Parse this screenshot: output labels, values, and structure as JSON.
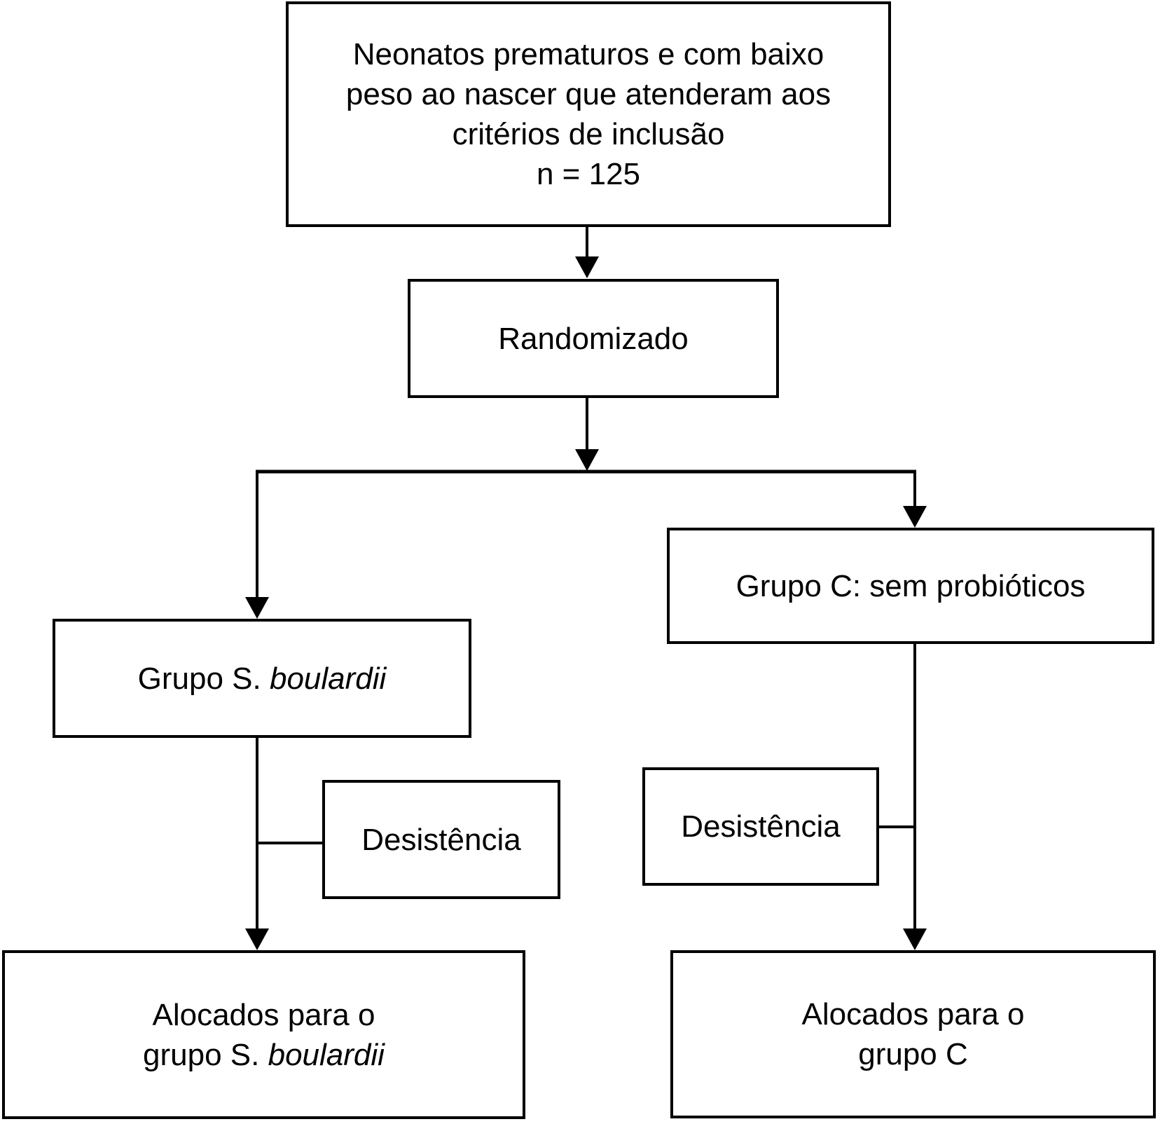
{
  "canvas": {
    "background_color": "#ffffff",
    "line_color": "#000000",
    "text_color": "#000000"
  },
  "boxes": {
    "eligible": {
      "lines": [
        "Neonatos prematuros e com baixo",
        "peso ao nascer que atenderam aos",
        "critérios de inclusão",
        "n = 125"
      ]
    },
    "randomized": {
      "label": "Randomizado"
    },
    "group_s": {
      "prefix": "Grupo S.",
      "species": "boulardii"
    },
    "group_c": {
      "label": "Grupo C: sem probióticos"
    },
    "dropout_left": {
      "label": "Desistência"
    },
    "dropout_right": {
      "label": "Desistência"
    },
    "allocated_s": {
      "line1": "Alocados para o",
      "line2_prefix": "grupo S.",
      "line2_species": "boulardii"
    },
    "allocated_c": {
      "line1": "Alocados para o",
      "line2": "grupo C"
    }
  }
}
